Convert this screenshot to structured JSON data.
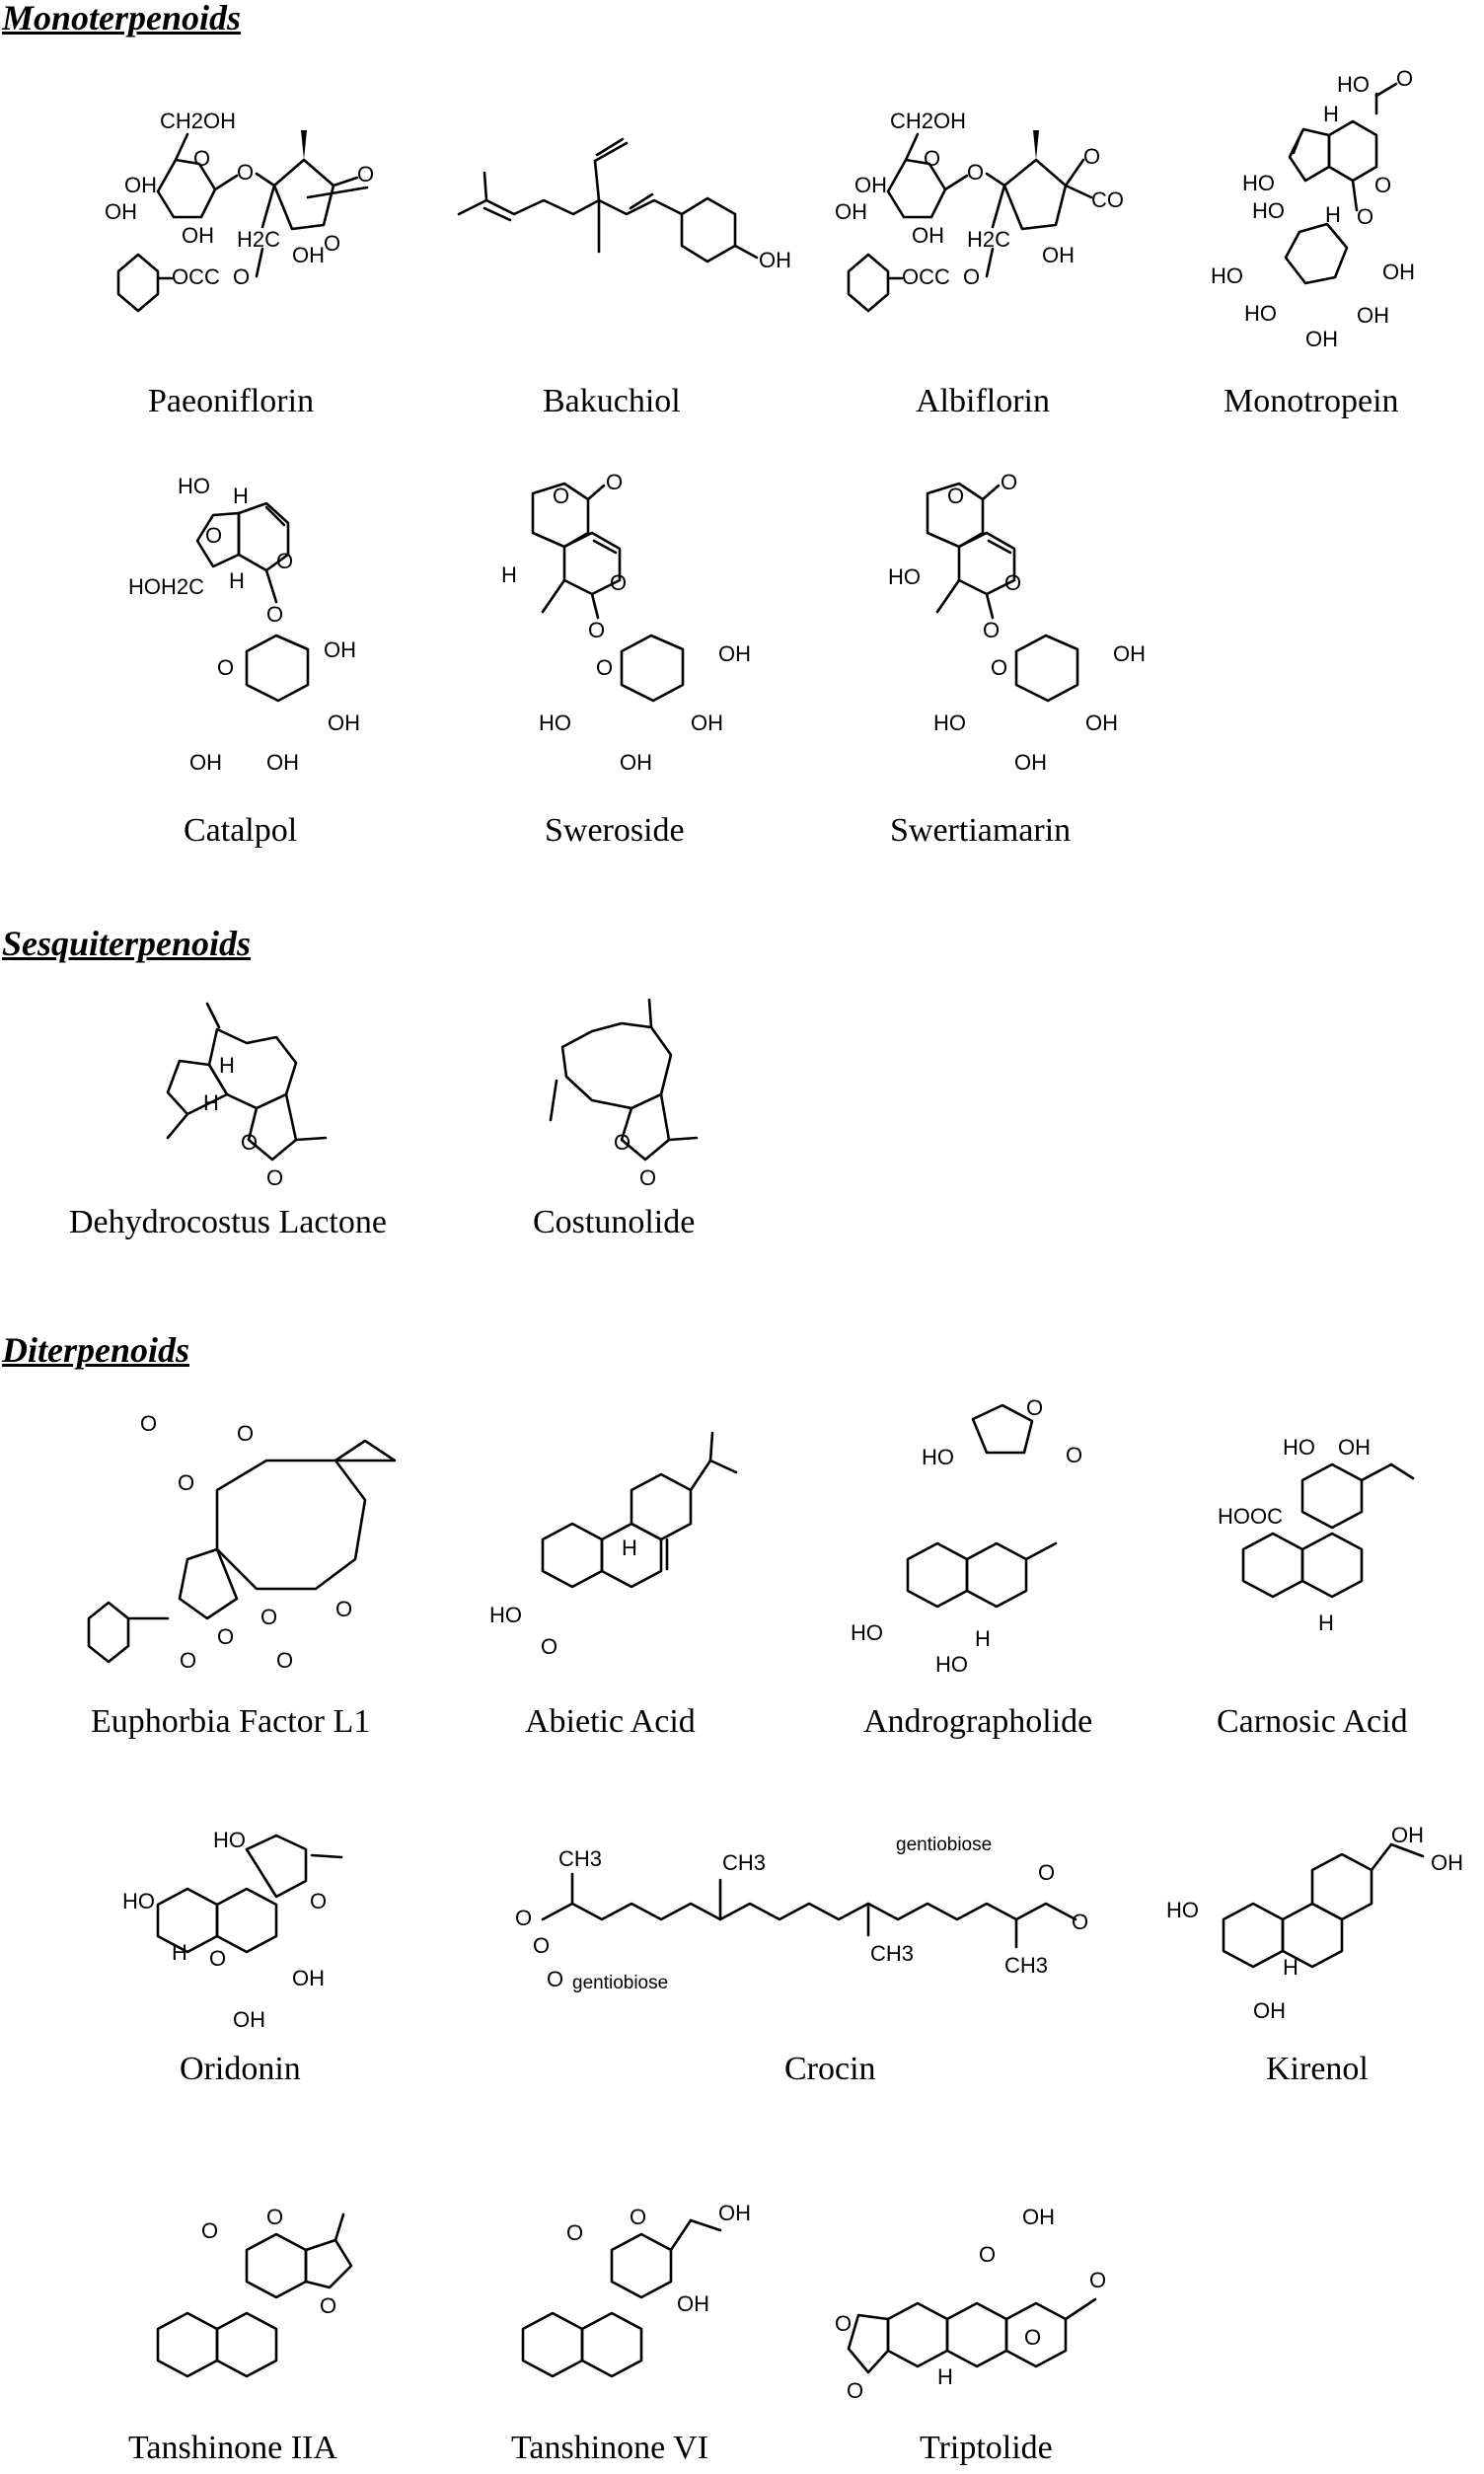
{
  "sections": [
    {
      "title": "Monoterpenoids",
      "compounds": [
        {
          "name": "Paeoniflorin",
          "atoms": [
            "CH2OH",
            "O",
            "OH",
            "OH",
            "OH",
            "O",
            "O",
            "O",
            "H2C",
            "OCC",
            "O",
            "OH"
          ]
        },
        {
          "name": "Bakuchiol",
          "atoms": [
            "OH"
          ]
        },
        {
          "name": "Albiflorin",
          "atoms": [
            "CH2OH",
            "O",
            "OH",
            "OH",
            "OH",
            "O",
            "O",
            "CO",
            "H2C",
            "OCC",
            "O",
            "OH"
          ]
        },
        {
          "name": "Monotropein",
          "atoms": [
            "HO",
            "O",
            "H",
            "HO",
            "HO",
            "H",
            "O",
            "O",
            "HO",
            "OH",
            "HO",
            "OH",
            "OH"
          ]
        },
        {
          "name": "Catalpol",
          "atoms": [
            "HO",
            "H",
            "O",
            "O",
            "HOH2C",
            "H",
            "O",
            "O",
            "OH",
            "OH",
            "OH",
            "OH"
          ]
        },
        {
          "name": "Sweroside",
          "atoms": [
            "O",
            "O",
            "H",
            "O",
            "O",
            "O",
            "OH",
            "HO",
            "OH",
            "OH"
          ]
        },
        {
          "name": "Swertiamarin",
          "atoms": [
            "O",
            "O",
            "HO",
            "O",
            "O",
            "O",
            "OH",
            "HO",
            "OH",
            "OH"
          ]
        }
      ]
    },
    {
      "title": "Sesquiterpenoids",
      "compounds": [
        {
          "name": "Dehydrocostus Lactone",
          "atoms": [
            "H",
            "H",
            "O",
            "O"
          ]
        },
        {
          "name": "Costunolide",
          "atoms": [
            "O",
            "O"
          ]
        }
      ]
    },
    {
      "title": "Diterpenoids",
      "compounds": [
        {
          "name": "Euphorbia Factor L1",
          "atoms": [
            "O",
            "O",
            "O",
            "O",
            "O",
            "O",
            "O",
            "O"
          ]
        },
        {
          "name": "Abietic Acid",
          "atoms": [
            "H",
            "HO",
            "O"
          ]
        },
        {
          "name": "Andrographolide",
          "atoms": [
            "HO",
            "O",
            "O",
            "HO",
            "H",
            "HO"
          ]
        },
        {
          "name": "Carnosic Acid",
          "atoms": [
            "HO",
            "OH",
            "HOOC",
            "H"
          ]
        },
        {
          "name": "Oridonin",
          "atoms": [
            "HO",
            "HO",
            "O",
            "H",
            "O",
            "OH",
            "OH"
          ]
        },
        {
          "name": "Crocin",
          "atoms": [
            "CH3",
            "CH3",
            "gentiobiose",
            "O",
            "O",
            "O",
            "CH3",
            "CH3",
            "O",
            "O",
            "gentiobiose"
          ]
        },
        {
          "name": "Kirenol",
          "atoms": [
            "OH",
            "OH",
            "HO",
            "H",
            "OH"
          ]
        },
        {
          "name": "Tanshinone IIA",
          "atoms": [
            "O",
            "O",
            "O"
          ]
        },
        {
          "name": "Tanshinone VI",
          "atoms": [
            "O",
            "O",
            "OH",
            "OH"
          ]
        },
        {
          "name": "Triptolide",
          "atoms": [
            "OH",
            "O",
            "O",
            "O",
            "O",
            "H",
            "O"
          ]
        }
      ]
    }
  ]
}
